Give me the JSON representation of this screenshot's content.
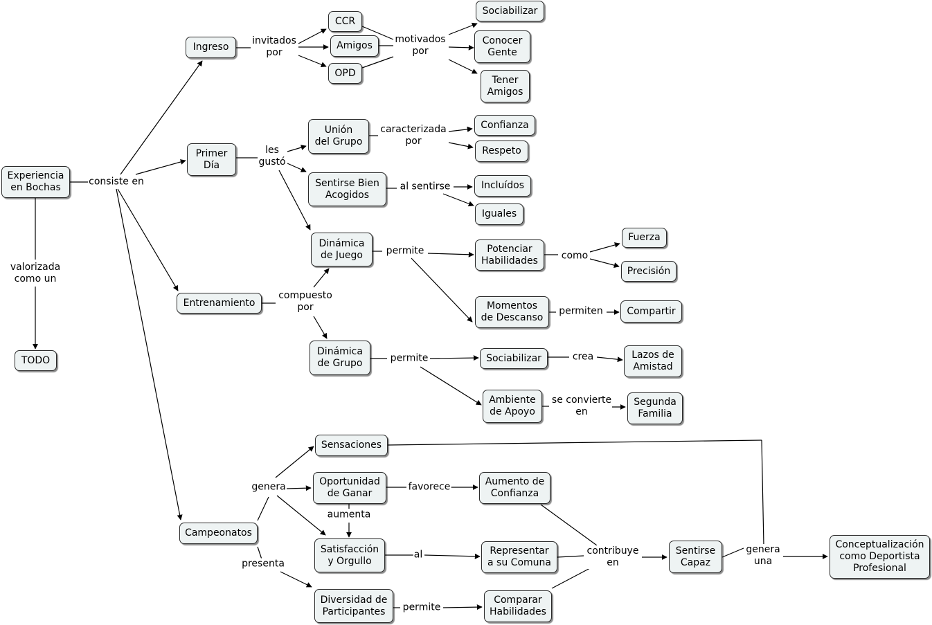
{
  "concept_map": {
    "nodes": {
      "experiencia": "Experiencia\nen Bochas",
      "todo": "TODO",
      "ingreso": "Ingreso",
      "ccr": "CCR",
      "amigos": "Amigos",
      "opd": "OPD",
      "sociabilizar1": "Sociabilizar",
      "conocer": "Conocer\nGente",
      "tener": "Tener\nAmigos",
      "primer": "Primer\nDía",
      "union": "Unión\ndel Grupo",
      "confianza": "Confianza",
      "respeto": "Respeto",
      "sentirse_bien": "Sentirse Bien\nAcogidos",
      "incluidos": "Incluídos",
      "iguales": "Iguales",
      "din_juego": "Dinámica\nde Juego",
      "potenciar": "Potenciar\nHabilidades",
      "fuerza": "Fuerza",
      "precision": "Precisión",
      "momentos": "Momentos\nde Descanso",
      "compartir": "Compartir",
      "entrenamiento": "Entrenamiento",
      "din_grupo": "Dinámica\nde Grupo",
      "sociabilizar2": "Sociabilizar",
      "lazos": "Lazos de\nAmistad",
      "ambiente": "Ambiente\nde Apoyo",
      "segunda": "Segunda\nFamilia",
      "sensaciones": "Sensaciones",
      "oportunidad": "Oportunidad\nde Ganar",
      "aumento": "Aumento de\nConfianza",
      "satisfaccion": "Satisfacción\ny Orgullo",
      "representar": "Representar\na su Comuna",
      "campeonatos": "Campeonatos",
      "diversidad": "Diversidad de\nParticipantes",
      "comparar": "Comparar\nHabilidades",
      "sentirse_capaz": "Sentirse\nCapaz",
      "concept": "Conceptualización\ncomo Deportista\nProfesional"
    },
    "link_labels": {
      "consiste": "consiste en",
      "valorizada": "valorizada\ncomo un",
      "invitados": "invitados\npor",
      "motivados": "motivados\npor",
      "les_gusto": "les\ngustó",
      "caracterizada": "caracterizada\npor",
      "al_sentirse": "al sentirse",
      "permite1": "permite",
      "como": "como",
      "permiten": "permiten",
      "compuesto": "compuesto\npor",
      "permite2": "permite",
      "crea": "crea",
      "se_convierte": "se convierte\nen",
      "genera1": "genera",
      "favorece": "favorece",
      "aumenta": "aumenta",
      "al": "al",
      "presenta": "presenta",
      "permite3": "permite",
      "contribuye": "contribuye\nen",
      "genera2": "genera\nuna"
    }
  }
}
